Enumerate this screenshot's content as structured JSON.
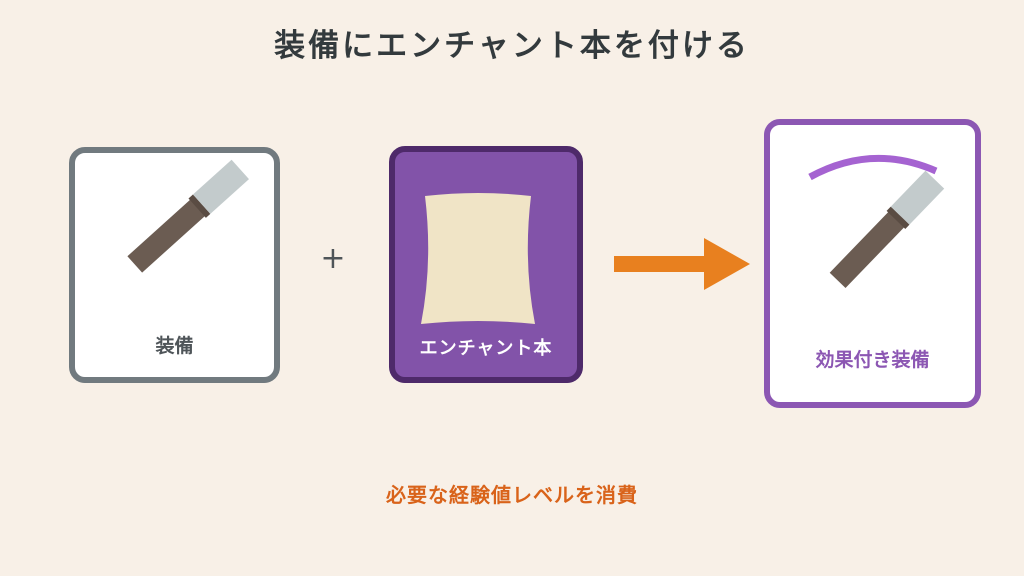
{
  "title": "装備にエンチャント本を付ける",
  "cards": {
    "equipment": {
      "label": "装備",
      "icon": "sword-icon"
    },
    "book": {
      "label": "エンチャント本",
      "icon": "enchanted-book-icon"
    },
    "result": {
      "label": "効果付き装備",
      "icon": "enchanted-sword-icon"
    }
  },
  "operator": "+",
  "arrow_icon": "right-arrow-icon",
  "footer": "必要な経験値レベルを消費",
  "colors": {
    "background": "#f8f0e7",
    "equipment_border": "#717a7f",
    "book_fill": "#8253a9",
    "book_border": "#4e2a6a",
    "result_border": "#8c57b3",
    "arrow": "#e8801f",
    "footer_text": "#d9631a"
  }
}
